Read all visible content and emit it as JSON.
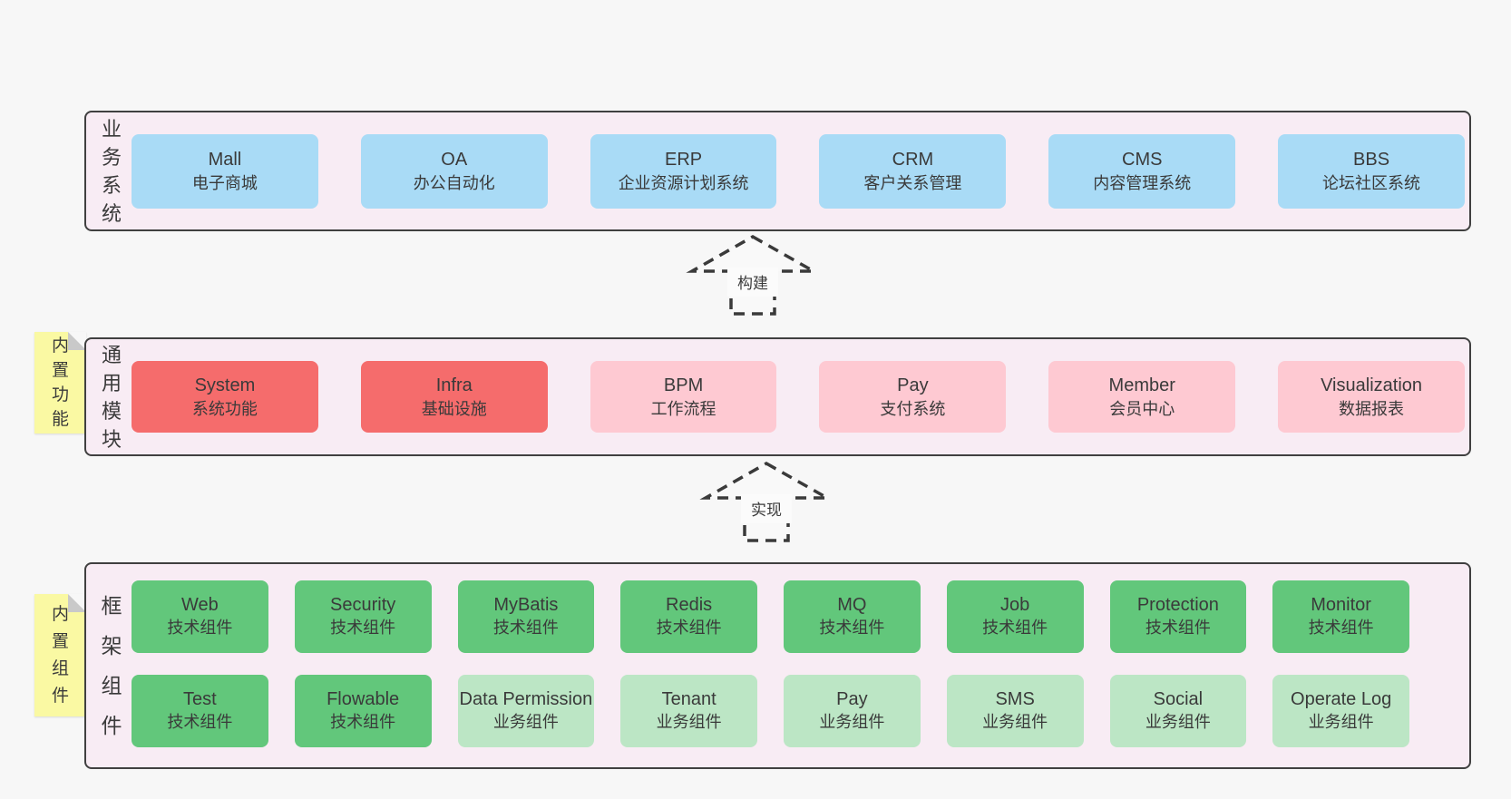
{
  "colors": {
    "page_bg": "#f7f7f7",
    "panel_bg": "#f8ecf4",
    "panel_border": "#404040",
    "blue": "#a9dbf6",
    "red": "#f56c6c",
    "pink": "#fec9d2",
    "green_dark": "#62c77b",
    "green_light": "#bce6c5",
    "yellow": "#faf9a3",
    "fold_gray": "#c9c9c9",
    "text": "#3a3a3a"
  },
  "panels": {
    "business": {
      "label": "业务系统",
      "boxes": [
        {
          "title": "Mall",
          "subtitle": "电子商城",
          "color": "blue"
        },
        {
          "title": "OA",
          "subtitle": "办公自动化",
          "color": "blue"
        },
        {
          "title": "ERP",
          "subtitle": "企业资源计划系统",
          "color": "blue"
        },
        {
          "title": "CRM",
          "subtitle": "客户关系管理",
          "color": "blue"
        },
        {
          "title": "CMS",
          "subtitle": "内容管理系统",
          "color": "blue"
        },
        {
          "title": "BBS",
          "subtitle": "论坛社区系统",
          "color": "blue"
        }
      ]
    },
    "modules": {
      "label": "通用模块",
      "sticky_note": "内置功能",
      "boxes": [
        {
          "title": "System",
          "subtitle": "系统功能",
          "color": "red"
        },
        {
          "title": "Infra",
          "subtitle": "基础设施",
          "color": "red"
        },
        {
          "title": "BPM",
          "subtitle": "工作流程",
          "color": "pink"
        },
        {
          "title": "Pay",
          "subtitle": "支付系统",
          "color": "pink"
        },
        {
          "title": "Member",
          "subtitle": "会员中心",
          "color": "pink"
        },
        {
          "title": "Visualization",
          "subtitle": "数据报表",
          "color": "pink"
        }
      ]
    },
    "framework": {
      "label": "框架组件",
      "sticky_note": "内置组件",
      "rows": {
        "0": [
          {
            "title": "Web",
            "subtitle": "技术组件",
            "color": "green_dark"
          },
          {
            "title": "Security",
            "subtitle": "技术组件",
            "color": "green_dark"
          },
          {
            "title": "MyBatis",
            "subtitle": "技术组件",
            "color": "green_dark"
          },
          {
            "title": "Redis",
            "subtitle": "技术组件",
            "color": "green_dark"
          },
          {
            "title": "MQ",
            "subtitle": "技术组件",
            "color": "green_dark"
          },
          {
            "title": "Job",
            "subtitle": "技术组件",
            "color": "green_dark"
          },
          {
            "title": "Protection",
            "subtitle": "技术组件",
            "color": "green_dark"
          },
          {
            "title": "Monitor",
            "subtitle": "技术组件",
            "color": "green_dark"
          }
        ],
        "1": [
          {
            "title": "Test",
            "subtitle": "技术组件",
            "color": "green_dark"
          },
          {
            "title": "Flowable",
            "subtitle": "技术组件",
            "color": "green_dark"
          },
          {
            "title": "Data Permission",
            "subtitle": "业务组件",
            "color": "green_light"
          },
          {
            "title": "Tenant",
            "subtitle": "业务组件",
            "color": "green_light"
          },
          {
            "title": "Pay",
            "subtitle": "业务组件",
            "color": "green_light"
          },
          {
            "title": "SMS",
            "subtitle": "业务组件",
            "color": "green_light"
          },
          {
            "title": "Social",
            "subtitle": "业务组件",
            "color": "green_light"
          },
          {
            "title": "Operate Log",
            "subtitle": "业务组件",
            "color": "green_light"
          }
        ]
      }
    }
  },
  "arrows": [
    {
      "label": "构建"
    },
    {
      "label": "实现"
    }
  ]
}
